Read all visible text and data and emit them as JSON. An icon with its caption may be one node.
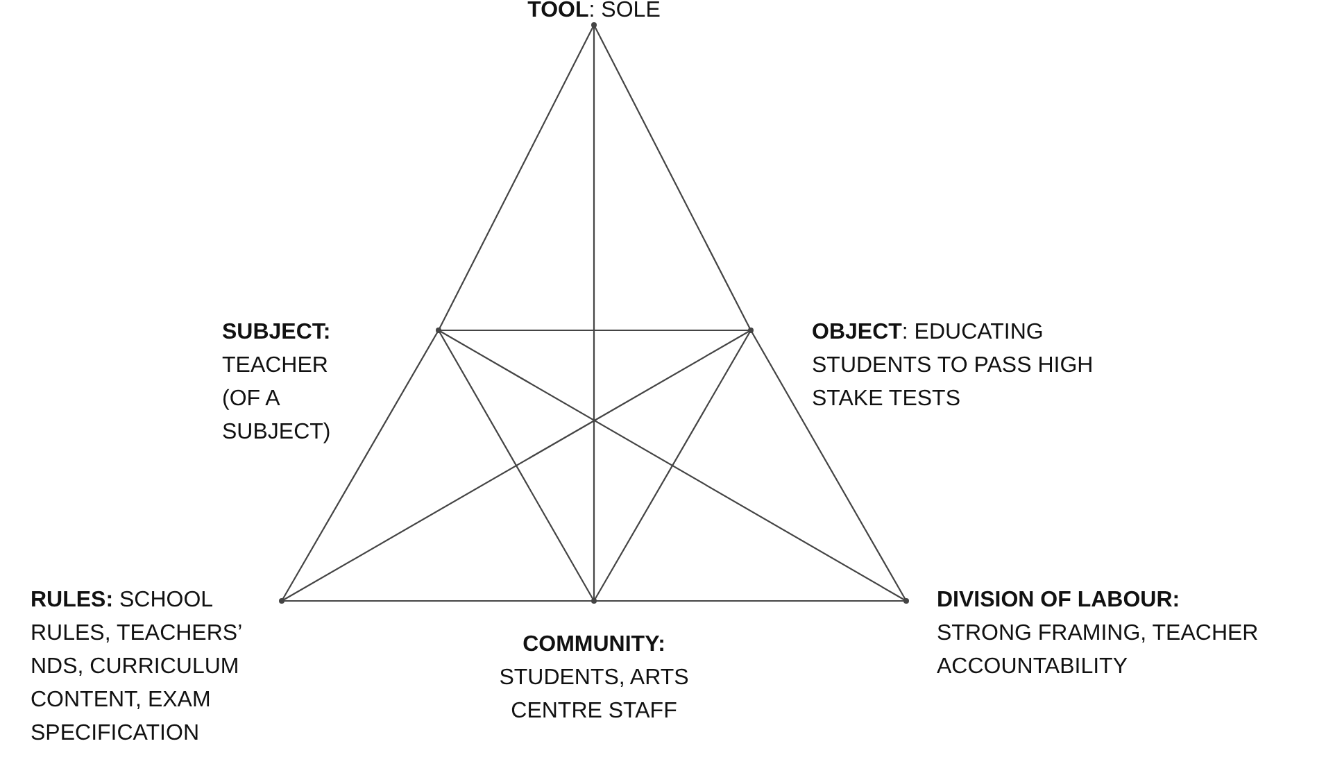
{
  "diagram": {
    "nodes": [
      {
        "text": [
          "**TOOL**: SOLE"
        ]
      },
      {
        "text": [
          "SUBJECT:",
          "TEACHER (OF A SUBJECT)"
        ]
      },
      {
        "text": [
          "**OBJECT**: EDUCATING STUDENTS TO PASS HIGH STAKE TESTS"
        ]
      },
      {
        "text": [
          "**RULES:** SCHOOL RULES, TEACHERS’ NDS, CURRICULUM CONTENT, EXAM SPECIFICATION"
        ]
      },
      {
        "text": [
          "COMMUNITY:",
          "STUDENTS, ARTS CENTRE STAFF"
        ]
      },
      {
        "text": [
          "DIVISION OF LABOUR:",
          "STRONG FRAMING, TEACHER ACCOUNTABILITY"
        ]
      }
    ],
    "edges": [
      {
        "from": 0,
        "to": 1,
        "arrow": "none"
      },
      {
        "from": 1,
        "to": 3,
        "arrow": "none"
      },
      {
        "from": 0,
        "to": 2,
        "arrow": "none"
      },
      {
        "from": 2,
        "to": 5,
        "arrow": "none"
      },
      {
        "from": 3,
        "to": 4,
        "arrow": "none"
      },
      {
        "from": 4,
        "to": 5,
        "arrow": "none"
      },
      {
        "from": 0,
        "to": 4,
        "arrow": "none"
      },
      {
        "from": 1,
        "to": 2,
        "arrow": "none"
      },
      {
        "from": 1,
        "to": 4,
        "arrow": "none"
      },
      {
        "from": 2,
        "to": 4,
        "arrow": "none"
      },
      {
        "from": 1,
        "to": 5,
        "arrow": "none"
      },
      {
        "from": 2,
        "to": 3,
        "arrow": "none"
      }
    ]
  }
}
